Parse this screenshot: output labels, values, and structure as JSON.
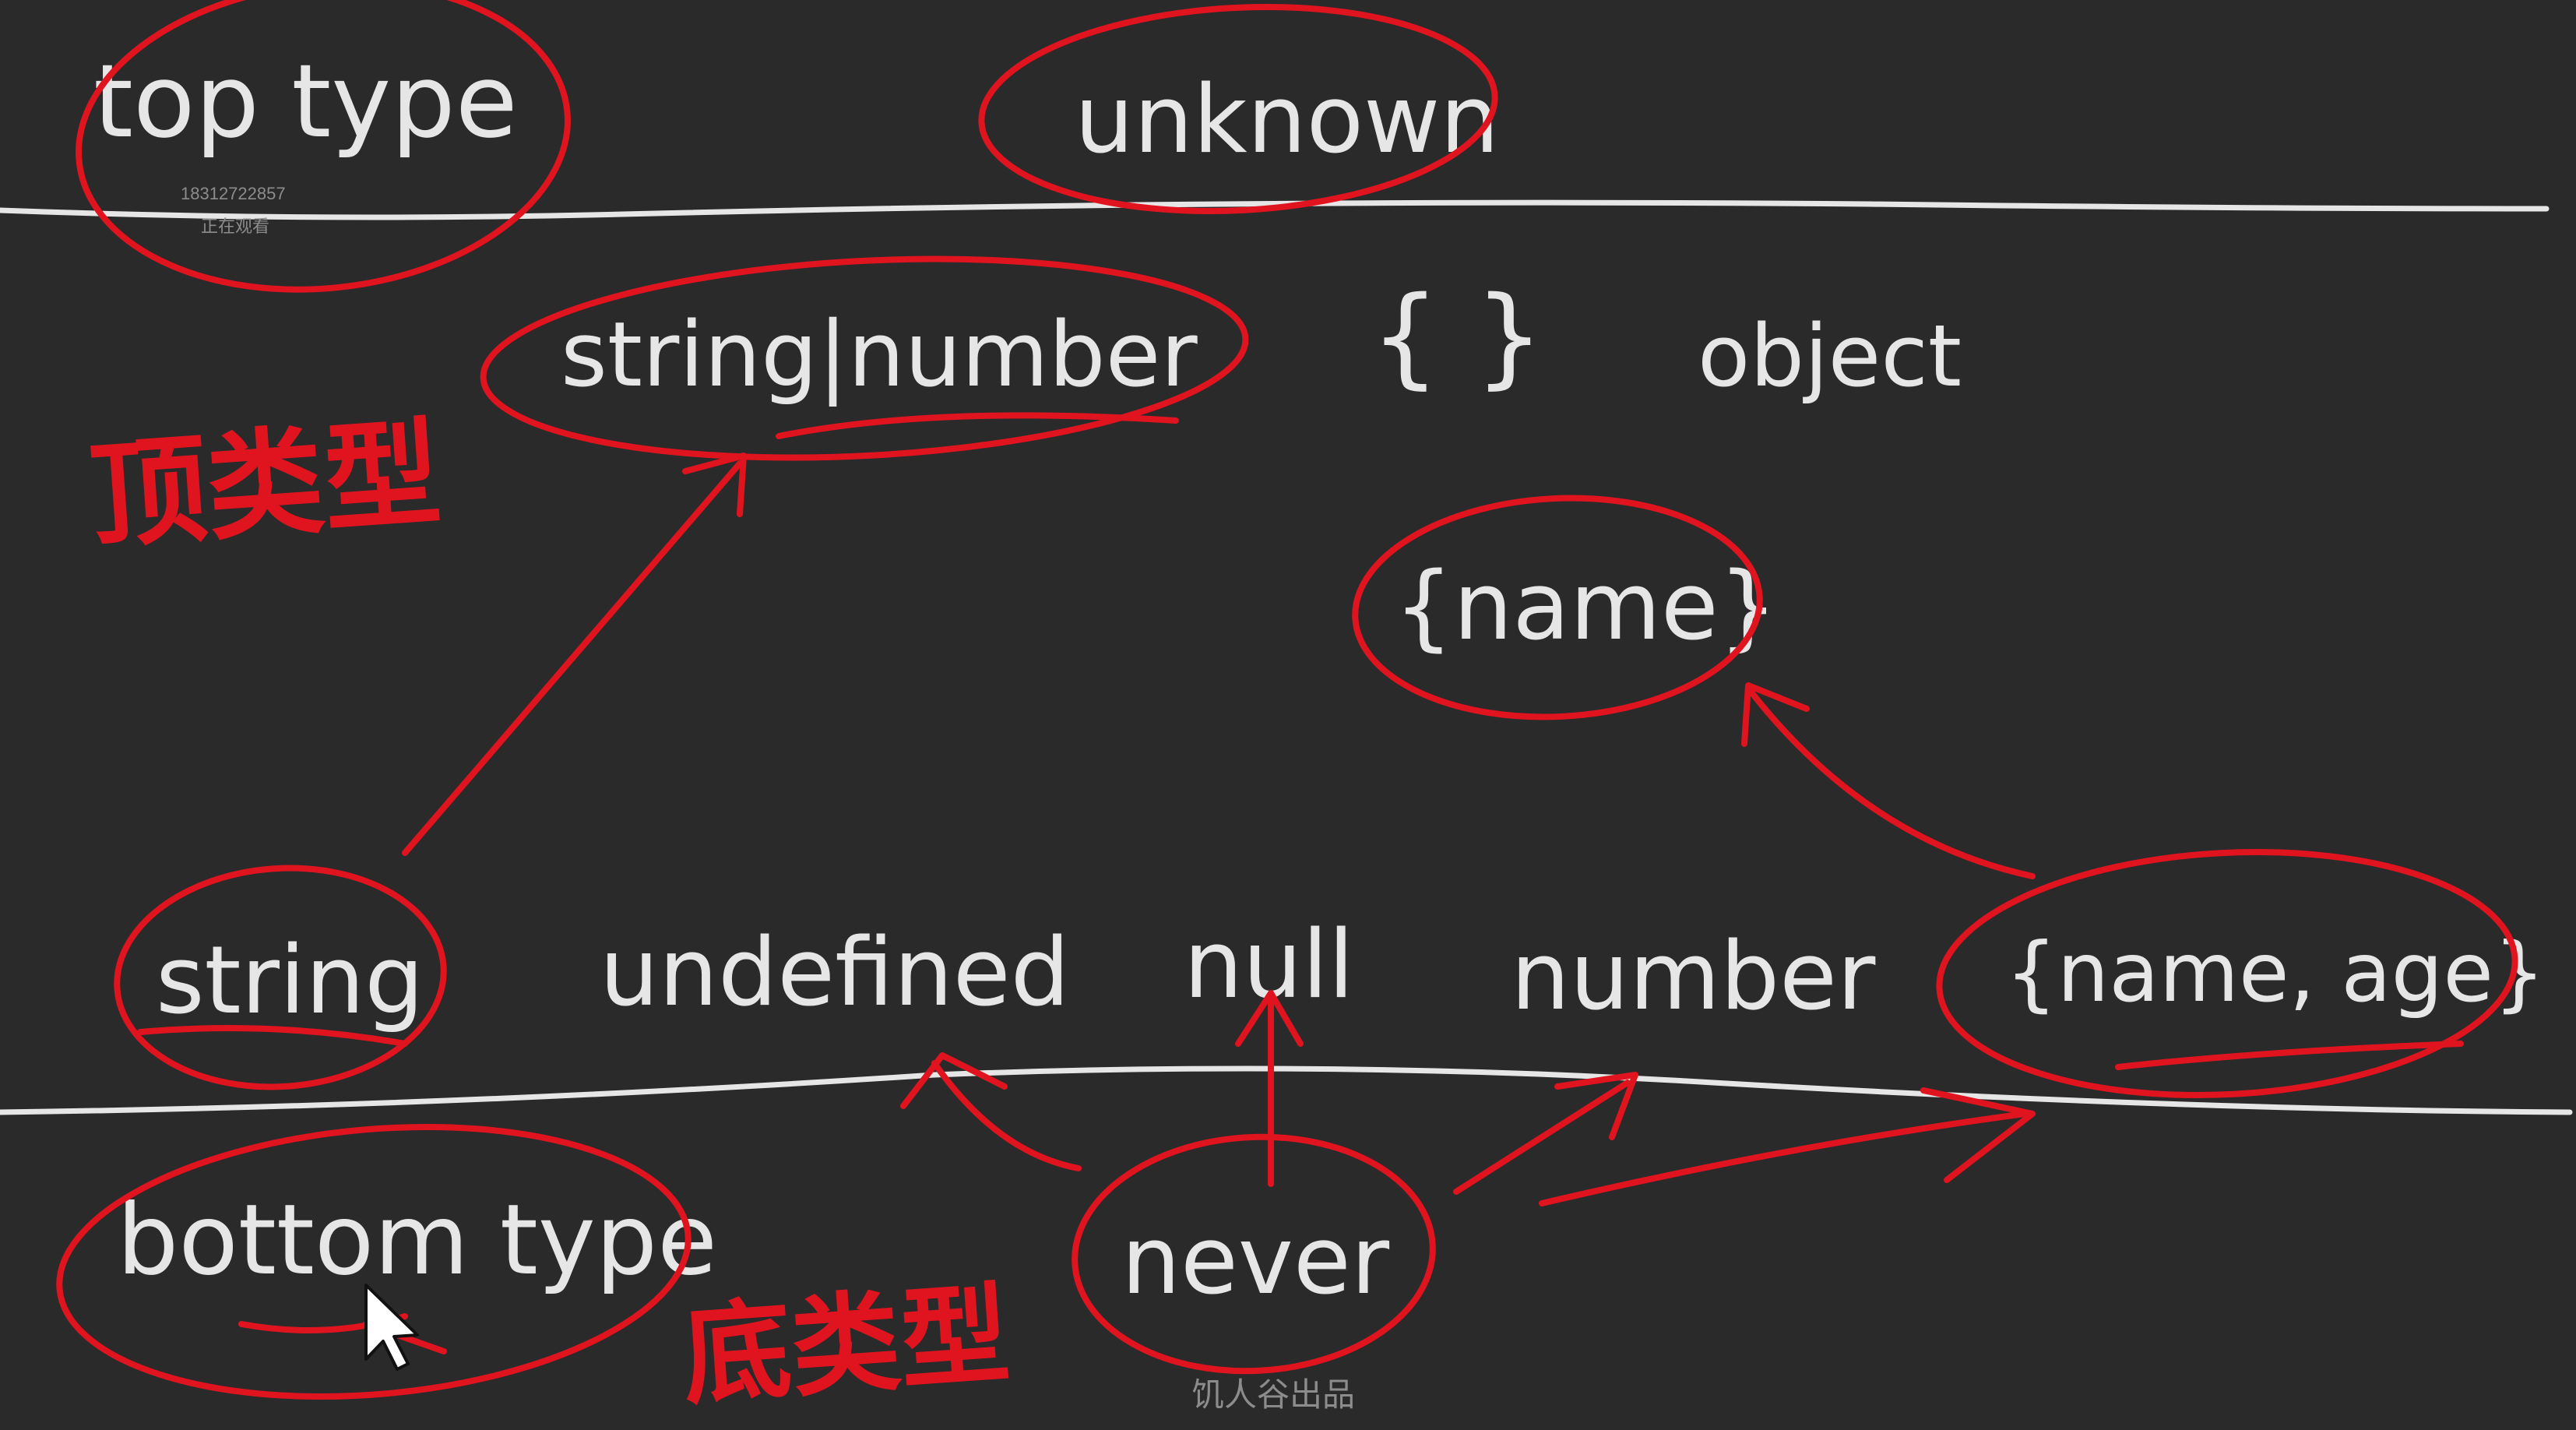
{
  "board": {
    "background": "#2a2a2a",
    "chalk_color": "#e6e6e6",
    "ink_color": "#e0141f"
  },
  "labels": {
    "top_type": "top type",
    "unknown": "unknown",
    "string_or_number": "string|number",
    "braces": "{ }",
    "object": "object",
    "name_obj": "{name}",
    "string": "string",
    "undefined": "undefined",
    "null": "null",
    "number": "number",
    "name_age_obj": "{name, age}",
    "bottom_type": "bottom type",
    "never": "never",
    "top_type_cn": "顶类型",
    "bottom_type_cn": "底类型"
  },
  "watermark": {
    "phone": "18312722857",
    "status": "正在观看",
    "credit": "饥人谷出品"
  },
  "cursor": "mouse-pointer-icon"
}
